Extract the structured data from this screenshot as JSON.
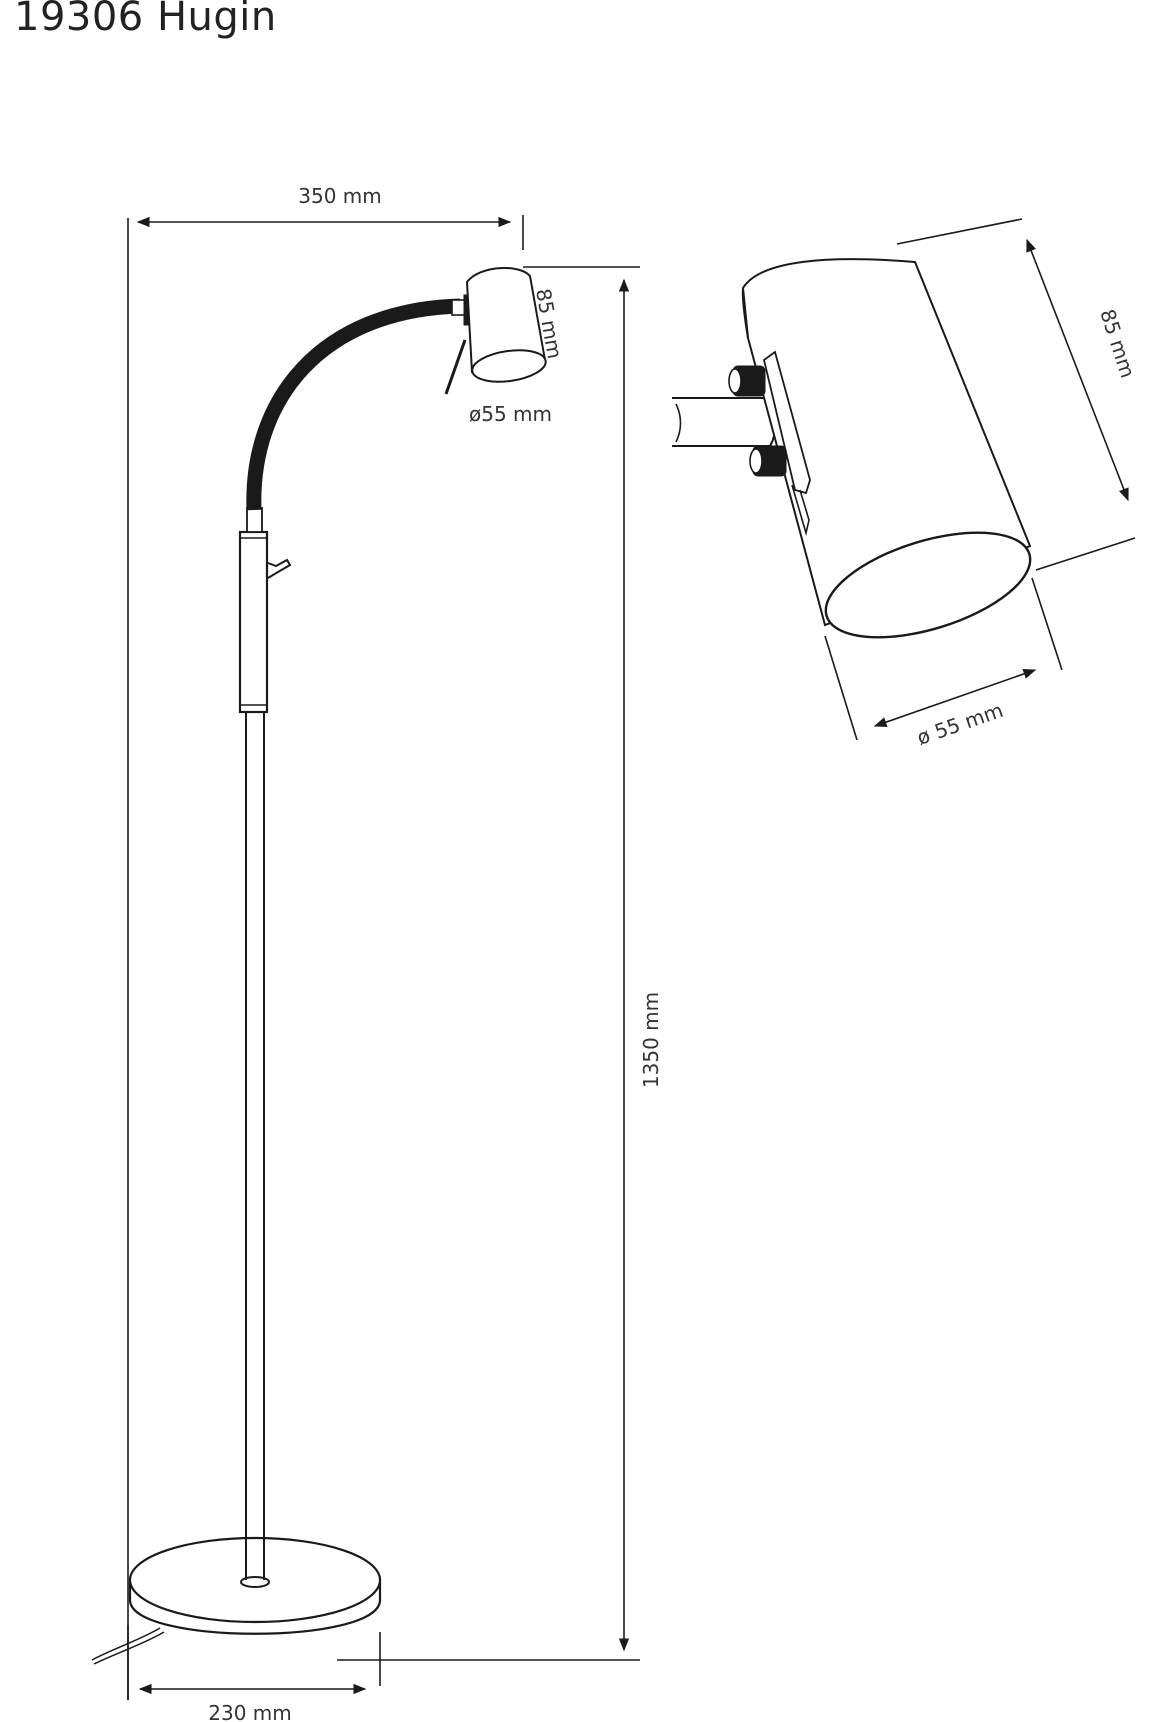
{
  "title": "19306 Hugin",
  "main_view": {
    "width_label": "350 mm",
    "height_label": "1350 mm",
    "base_label": "230 mm",
    "shade_length_label": "85 mm",
    "shade_diameter_label": "ø55 mm"
  },
  "detail_view": {
    "shade_length_label": "85 mm",
    "shade_diameter_label": "ø 55 mm"
  },
  "colors": {
    "line": "#1a1a1a",
    "text": "#333333",
    "background": "#ffffff"
  }
}
